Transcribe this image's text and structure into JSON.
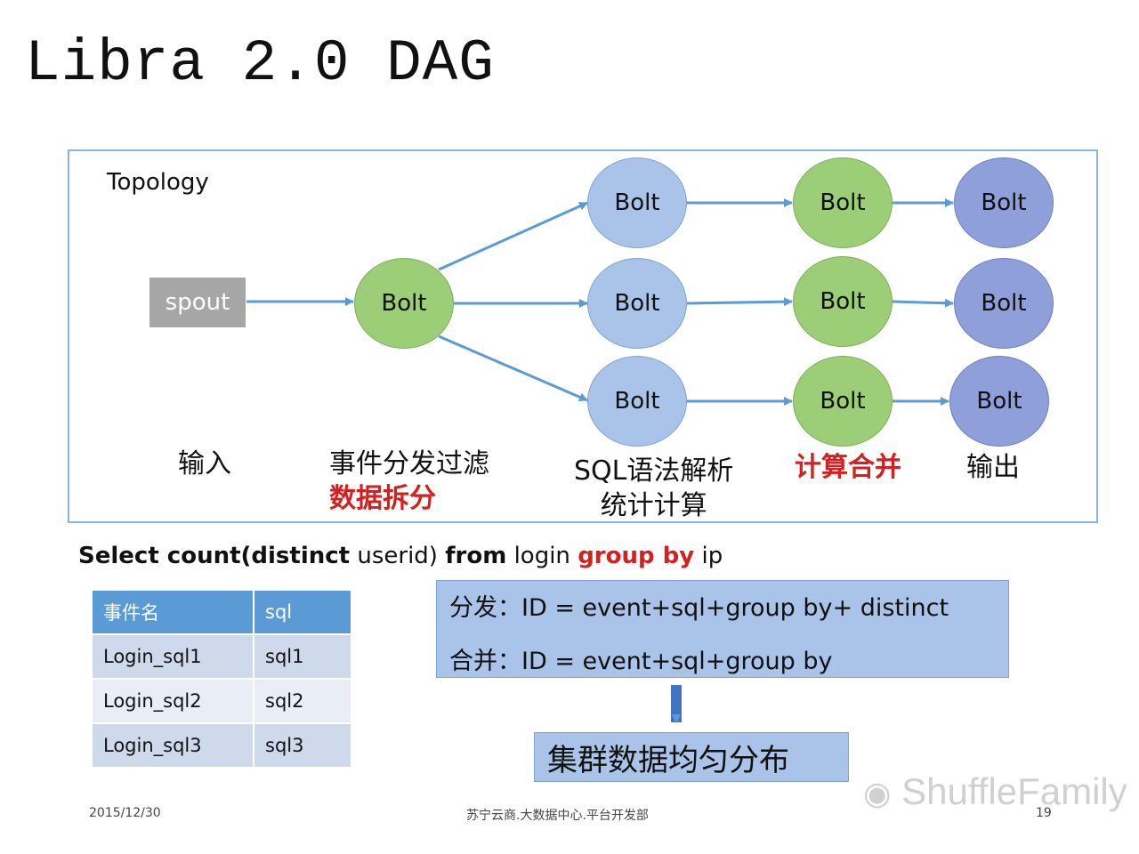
{
  "title": "Libra 2.0 DAG",
  "topology_label": "Topology",
  "spout_label": "spout",
  "bolt_label": "Bolt",
  "stages": {
    "input": "输入",
    "dispatch_line1": "事件分发过滤",
    "dispatch_line2": "数据拆分",
    "sql_line1": "SQL语法解析",
    "sql_line2": "统计计算",
    "merge": "计算合并",
    "output": "输出"
  },
  "query": {
    "part1": "Select count(distinct",
    "part2": " userid) ",
    "part3": "from",
    "part4": " login ",
    "part5": "group by",
    "part6": " ip"
  },
  "table": {
    "headers": [
      "事件名",
      "sql"
    ],
    "rows": [
      [
        "Login_sql1",
        "sql1"
      ],
      [
        "Login_sql2",
        "sql2"
      ],
      [
        "Login_sql3",
        "sql3"
      ]
    ]
  },
  "id_box": {
    "line1": "分发：ID = event+sql+group by+ distinct",
    "line2": "合并：ID = event+sql+group by"
  },
  "cluster_box": "集群数据均匀分布",
  "footer": {
    "date": "2015/12/30",
    "org": "苏宁云商.大数据中心.平台开发部",
    "page": "19"
  },
  "watermark": "ShuffleFamily",
  "colors": {
    "green_node": "#9ccd77",
    "blue_node": "#a9c4e8",
    "purple_node": "#8f9fd9",
    "arrow": "#5b9bd5",
    "highlight_red": "#d62020"
  }
}
